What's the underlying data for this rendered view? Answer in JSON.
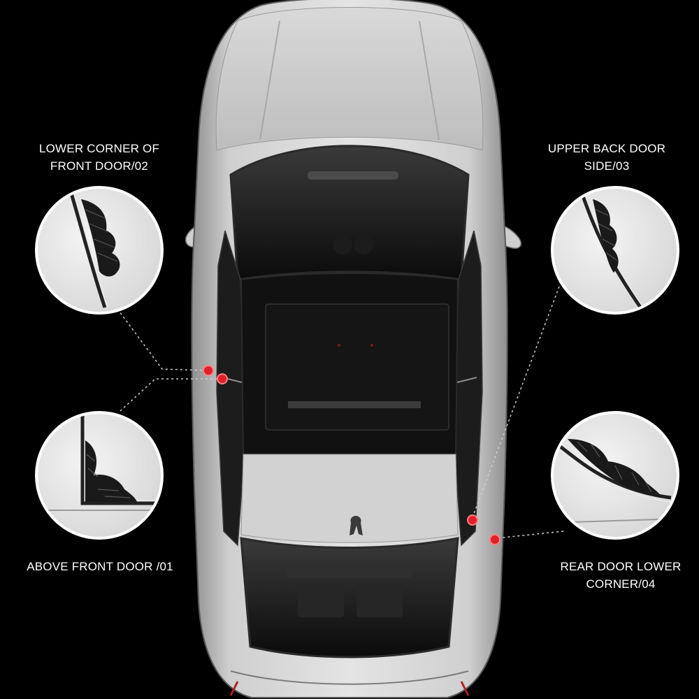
{
  "labels": {
    "front_door_lower": {
      "line1": "LOWER CORNER OF",
      "line2": "FRONT DOOR/02"
    },
    "upper_back_door": {
      "line1": "UPPER BACK DOOR",
      "line2": "SIDE/03"
    },
    "above_front_door": {
      "line1": "ABOVE FRONT DOOR /01"
    },
    "rear_door_lower": {
      "line1": "REAR DOOR LOWER",
      "line2": "CORNER/04"
    }
  },
  "colors": {
    "background": "#000000",
    "car_body": "#c9c9c9",
    "glass": "#1a1a1a",
    "marker": "#e0202a",
    "callout_line": "#bdbdbd"
  },
  "icons": [
    "wing-trim-icon",
    "marker-dot-icon"
  ]
}
